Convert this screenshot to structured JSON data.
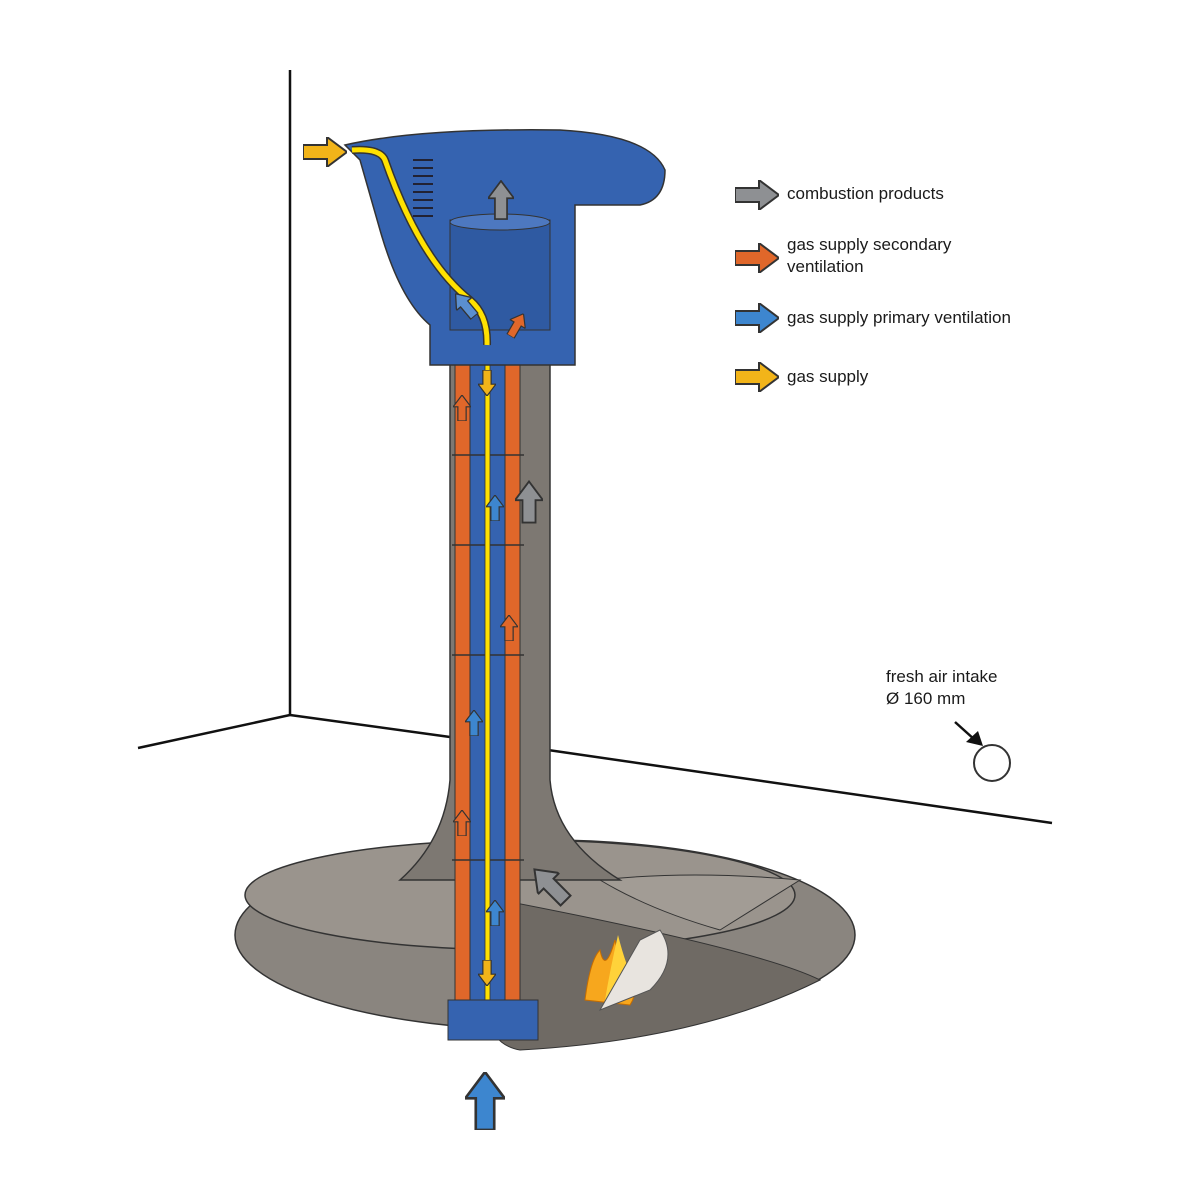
{
  "legend": [
    {
      "label": "combustion products",
      "color": "#8e9093"
    },
    {
      "label_line1": "gas supply secondary",
      "label_line2": "ventilation",
      "color": "#e0672a"
    },
    {
      "label": "gas supply primary ventilation",
      "color": "#3d86cf"
    },
    {
      "label": "gas supply",
      "color": "#f2b419"
    }
  ],
  "fresh_air": {
    "line1": "fresh air intake",
    "line2": "Ø 160 mm"
  },
  "colors": {
    "hood": "#3563b0",
    "column": "#7d7872",
    "base": "#8a857f",
    "gas_line": "#ffe100"
  }
}
